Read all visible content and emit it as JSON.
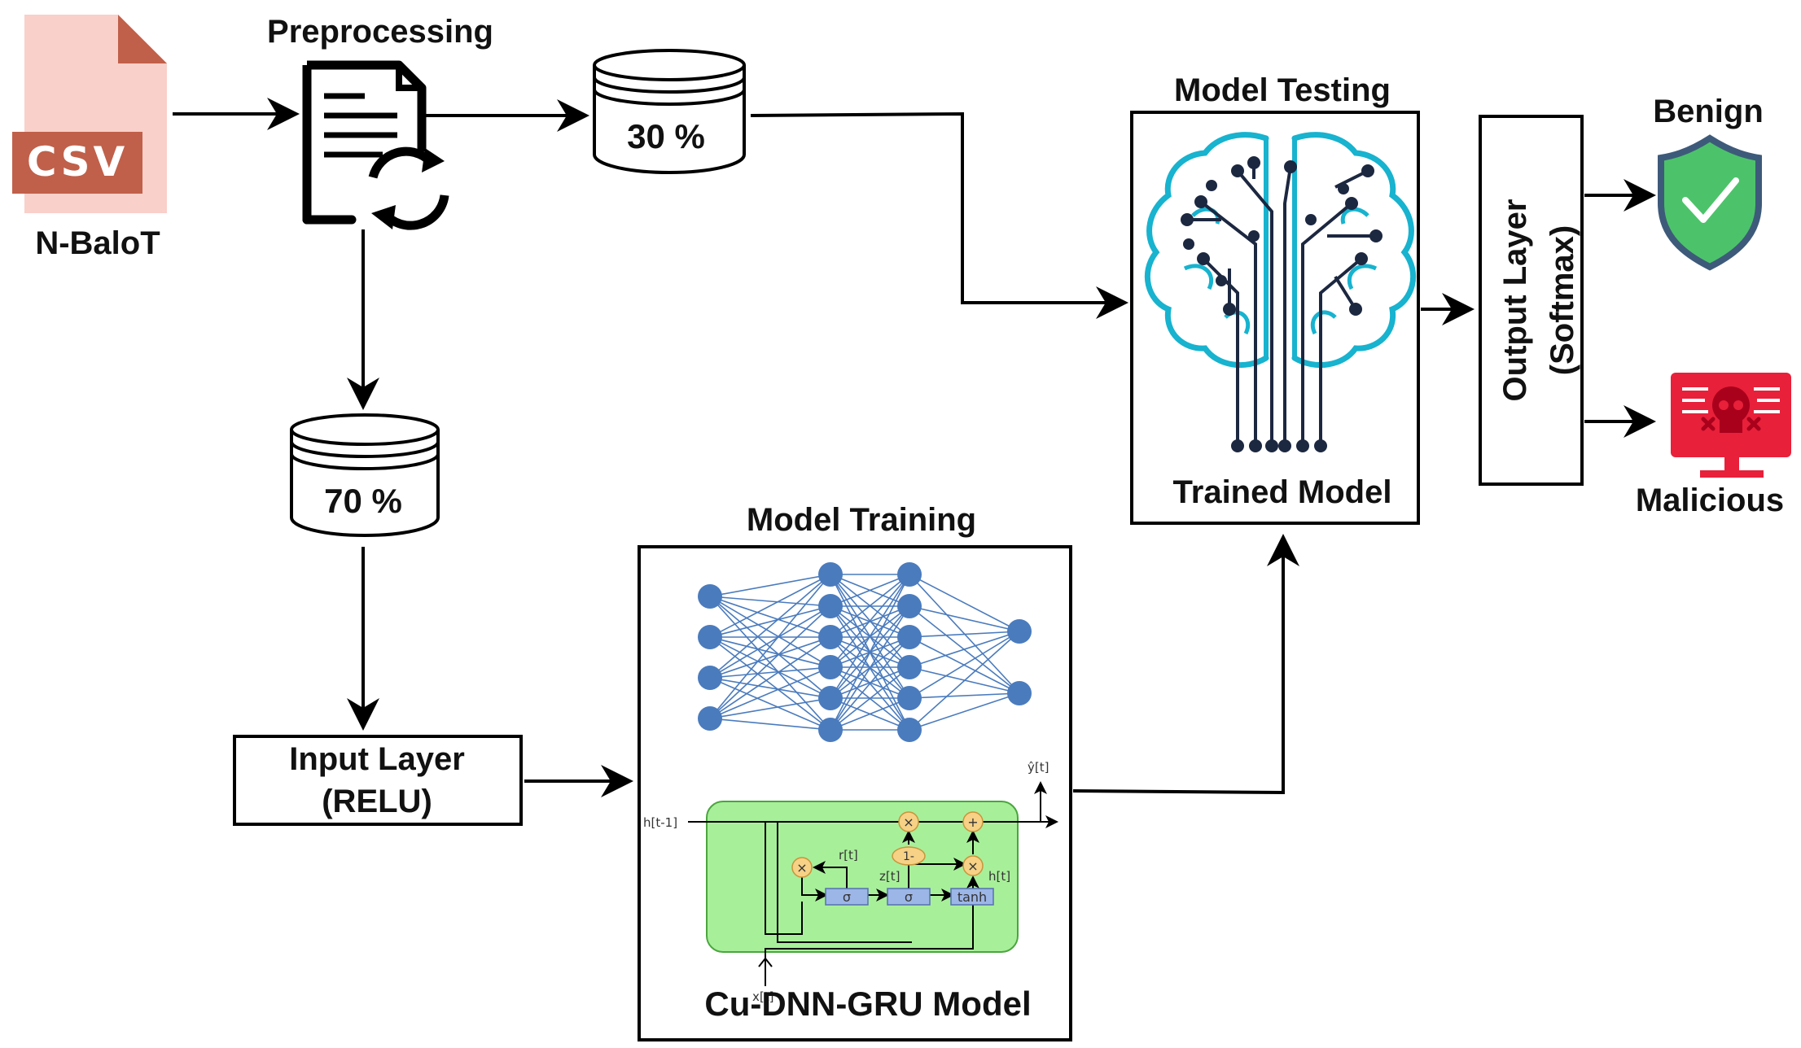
{
  "colors": {
    "csv_red": "#c0604a",
    "csv_pink": "#f9d0ca",
    "brain_cyan": "#17b3cf",
    "brain_dark": "#1c2740",
    "nn_blue": "#4a7bbd",
    "gru_green": "#a8ef9a",
    "shield_green": "#4cc36a",
    "shield_border": "#3e5a7a",
    "malicious_red": "#e8203a"
  },
  "icons": {
    "csv": "csv-file-icon",
    "preprocessing": "document-refresh-icon",
    "brain": "brain-circuit-icon",
    "benign": "shield-check-icon",
    "malicious": "monitor-skull-icon",
    "dnn": "neural-network-icon",
    "gru": "gru-cell-icon"
  },
  "labels": {
    "csv": "CSV",
    "dataset": "N-BaloT",
    "preprocessing": "Preprocessing",
    "test_split": "30 %",
    "train_split": "70 %",
    "input_layer_line1": "Input Layer",
    "input_layer_line2": "(RELU)",
    "model_training": "Model Training",
    "model_name": "Cu-DNN-GRU Model",
    "model_testing": "Model Testing",
    "trained_model": "Trained Model",
    "output_layer_line1": "Output Layer",
    "output_layer_line2": "(Softmax)",
    "benign": "Benign",
    "malicious": "Malicious"
  },
  "gru": {
    "h_prev": "h[t-1]",
    "y_hat": "ŷ[t]",
    "r": "r[t]",
    "z": "z[t]",
    "h": "h[t]",
    "x": "x[t]",
    "sigma": "σ",
    "tanh": "tanh",
    "mult": "×",
    "plus": "+",
    "one_minus": "1-"
  }
}
